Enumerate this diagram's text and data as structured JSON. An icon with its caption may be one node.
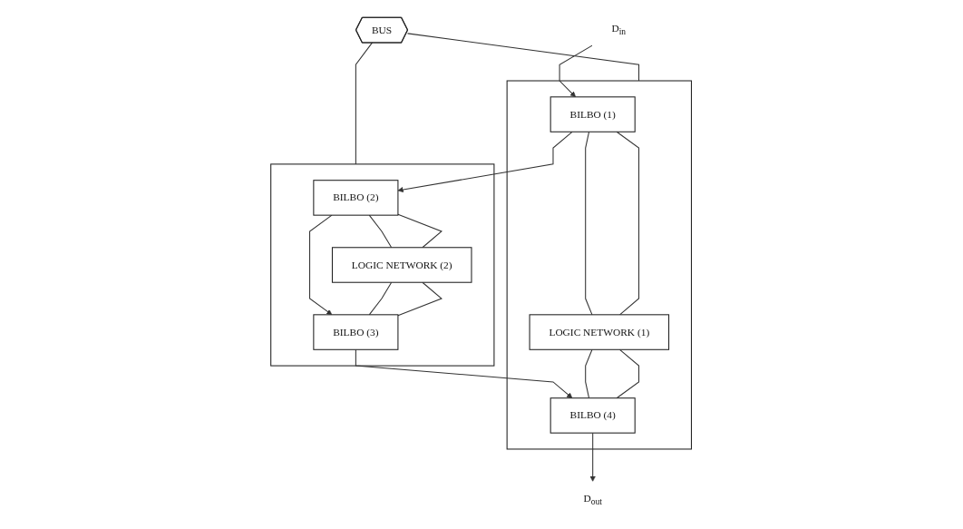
{
  "diagram": {
    "nodes": [
      {
        "text": [
          "BUS"
        ]
      },
      {
        "text": [],
        "shape": "box"
      },
      {
        "text": [
          "BILBO (1)"
        ],
        "in": 1
      },
      {
        "text": [
          "LOGIC NETWORK (1)"
        ],
        "in": 1
      },
      {
        "text": [
          "BILBO (4)"
        ],
        "in": 1
      },
      {
        "text": [],
        "shape": "box"
      },
      {
        "text": [
          "BILBO (2)"
        ],
        "in": 5
      },
      {
        "text": [
          "LOGIC NETWORK (2)"
        ],
        "in": 5
      },
      {
        "text": [
          "BILBO (3)"
        ],
        "in": 5
      },
      {
        "text": [
          "D$_{in}$"
        ]
      },
      {
        "text": [
          "D$_{out}$"
        ]
      }
    ],
    "edges": [
      {
        "from": 0,
        "to": 1,
        "arrow": "none"
      },
      {
        "from": 0,
        "to": 5,
        "arrow": "none"
      },
      {
        "from": 9,
        "to": 2,
        "arrow": "to"
      },
      {
        "from": 2,
        "to": 6,
        "arrow": "to"
      },
      {
        "from": 6,
        "to": 8,
        "arrow": "to"
      },
      {
        "from": 8,
        "to": 4,
        "arrow": "to"
      },
      {
        "from": 4,
        "to": 10,
        "arrow": "to"
      },
      {
        "from": 2,
        "to": 3,
        "arrow": "none"
      },
      {
        "from": 2,
        "to": 3,
        "arrow": "none"
      },
      {
        "from": 3,
        "to": 4,
        "arrow": "none"
      },
      {
        "from": 3,
        "to": 4,
        "arrow": "none"
      },
      {
        "from": 6,
        "to": 7,
        "arrow": "none"
      },
      {
        "from": 6,
        "to": 7,
        "arrow": "none"
      },
      {
        "from": 7,
        "to": 8,
        "arrow": "none"
      },
      {
        "from": 7,
        "to": 8,
        "arrow": "none"
      }
    ]
  }
}
